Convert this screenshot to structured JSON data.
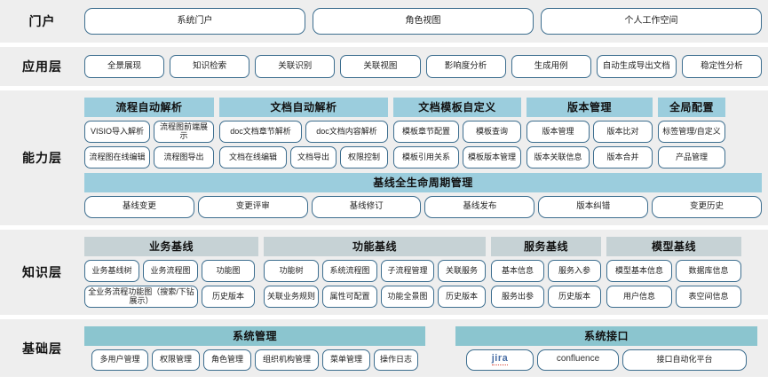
{
  "colors": {
    "band_blue": "#9bcddd",
    "band_gray": "#c6d2d5",
    "band_teal": "#8bc5cf",
    "row_bg": "#eeeeee",
    "pill_border": "#3d6e8f"
  },
  "layers": [
    {
      "id": "portal",
      "label": "门户",
      "items": [
        "系统门户",
        "角色视图",
        "个人工作空间"
      ]
    },
    {
      "id": "application",
      "label": "应用层",
      "items": [
        "全景展现",
        "知识检索",
        "关联识别",
        "关联视图",
        "影响度分析",
        "生成用例",
        "自动生成导出文档",
        "稳定性分析"
      ]
    },
    {
      "id": "capability",
      "label": "能力层",
      "groups": [
        {
          "title": "流程自动解析",
          "rows": [
            [
              "VISIO导入解析",
              "流程图前端展示"
            ],
            [
              "流程图在线编辑",
              "流程图导出"
            ]
          ]
        },
        {
          "title": "文档自动解析",
          "rows": [
            [
              "doc文档章节解析",
              "doc文档内容解析"
            ],
            [
              "文档在线编辑",
              "文档导出",
              "权限控制"
            ]
          ]
        },
        {
          "title": "文档模板自定义",
          "rows": [
            [
              "模板章节配置",
              "模板查询"
            ],
            [
              "模板引用关系",
              "模板版本管理"
            ]
          ]
        },
        {
          "title": "版本管理",
          "rows": [
            [
              "版本管理",
              "版本比对"
            ],
            [
              "版本关联信息",
              "版本合并"
            ]
          ]
        },
        {
          "title": "全局配置",
          "rows": [
            [
              "标签管理/自定义"
            ],
            [
              "产品管理"
            ]
          ]
        }
      ],
      "full_group": {
        "title": "基线全生命周期管理",
        "items": [
          "基线变更",
          "变更评审",
          "基线修订",
          "基线发布",
          "版本纠错",
          "变更历史"
        ]
      }
    },
    {
      "id": "knowledge",
      "label": "知识层",
      "groups": [
        {
          "title": "业务基线",
          "rows": [
            [
              "业务基线树",
              "业务流程图",
              "功能图"
            ],
            [
              "全业务流程功能图（搜索/下钻展示）",
              "历史版本"
            ]
          ]
        },
        {
          "title": "功能基线",
          "rows": [
            [
              "功能树",
              "系统流程图",
              "子流程管理",
              "关联服务"
            ],
            [
              "关联业务规则",
              "属性可配置",
              "功能全景图",
              "历史版本"
            ]
          ]
        },
        {
          "title": "服务基线",
          "rows": [
            [
              "基本信息",
              "服务入参"
            ],
            [
              "服务出参",
              "历史版本"
            ]
          ]
        },
        {
          "title": "模型基线",
          "rows": [
            [
              "模型基本信息",
              "数据库信息"
            ],
            [
              "用户信息",
              "表空间信息"
            ]
          ]
        }
      ]
    },
    {
      "id": "foundation",
      "label": "基础层",
      "groups": [
        {
          "title": "系统管理",
          "rows": [
            [
              "多用户管理",
              "权限管理",
              "角色管理",
              "组织机构管理",
              "菜单管理",
              "操作日志"
            ]
          ]
        },
        {
          "title": "系统接口",
          "rows": [
            [
              "jira",
              "confluence",
              "接口自动化平台"
            ]
          ]
        }
      ]
    }
  ]
}
